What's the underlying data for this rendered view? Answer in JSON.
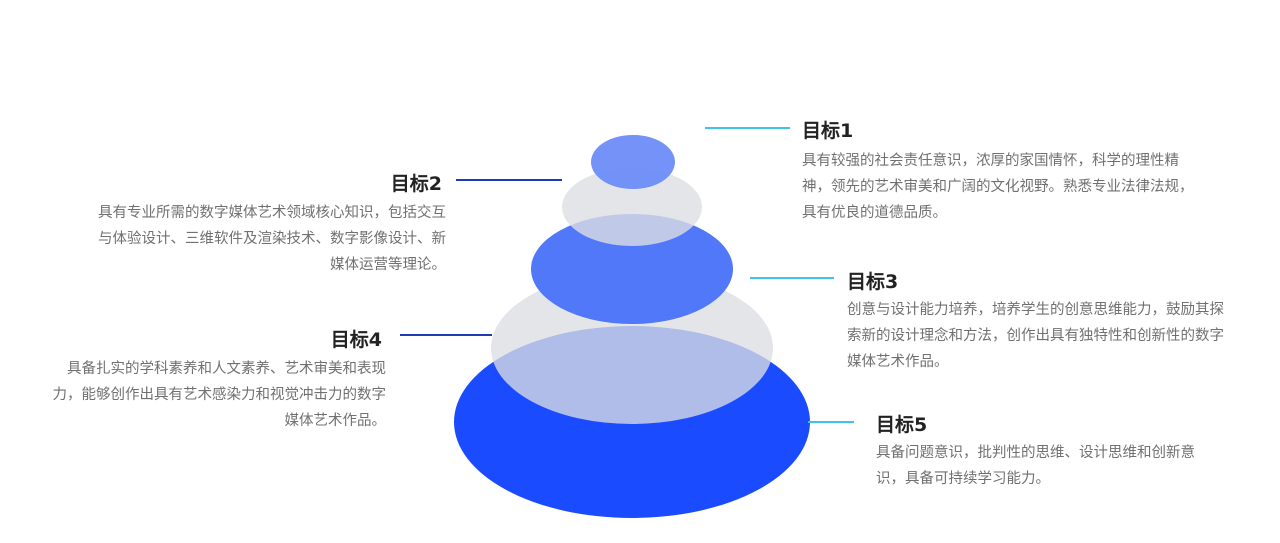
{
  "colors": {
    "blue_strong": "#1a4bff",
    "blue_mid": "#4a74f8",
    "blue_light": "#6f8ef7",
    "gray_light": "#dcdee3",
    "line_cyan": "#3cc4ec",
    "line_navy": "#1f3ab8"
  },
  "goals": [
    {
      "title": "目标1",
      "description": "具有较强的社会责任意识，浓厚的家国情怀，科学的理性精神，领先的艺术审美和广阔的文化视野。熟悉专业法律法规，具有优良的道德品质。"
    },
    {
      "title": "目标2",
      "description": "具有专业所需的数字媒体艺术领域核心知识，包括交互与体验设计、三维软件及渲染技术、数字影像设计、新媒体运营等理论。"
    },
    {
      "title": "目标3",
      "description": "创意与设计能力培养，培养学生的创意思维能力，鼓励其探索新的设计理念和方法，创作出具有独特性和创新性的数字媒体艺术作品。"
    },
    {
      "title": "目标4",
      "description": "具备扎实的学科素养和人文素养、艺术审美和表现力，能够创作出具有艺术感染力和视觉冲击力的数字媒体艺术作品。"
    },
    {
      "title": "目标5",
      "description": "具备问题意识，批判性的思维、设计思维和创新意识，具备可持续学习能力。"
    }
  ]
}
